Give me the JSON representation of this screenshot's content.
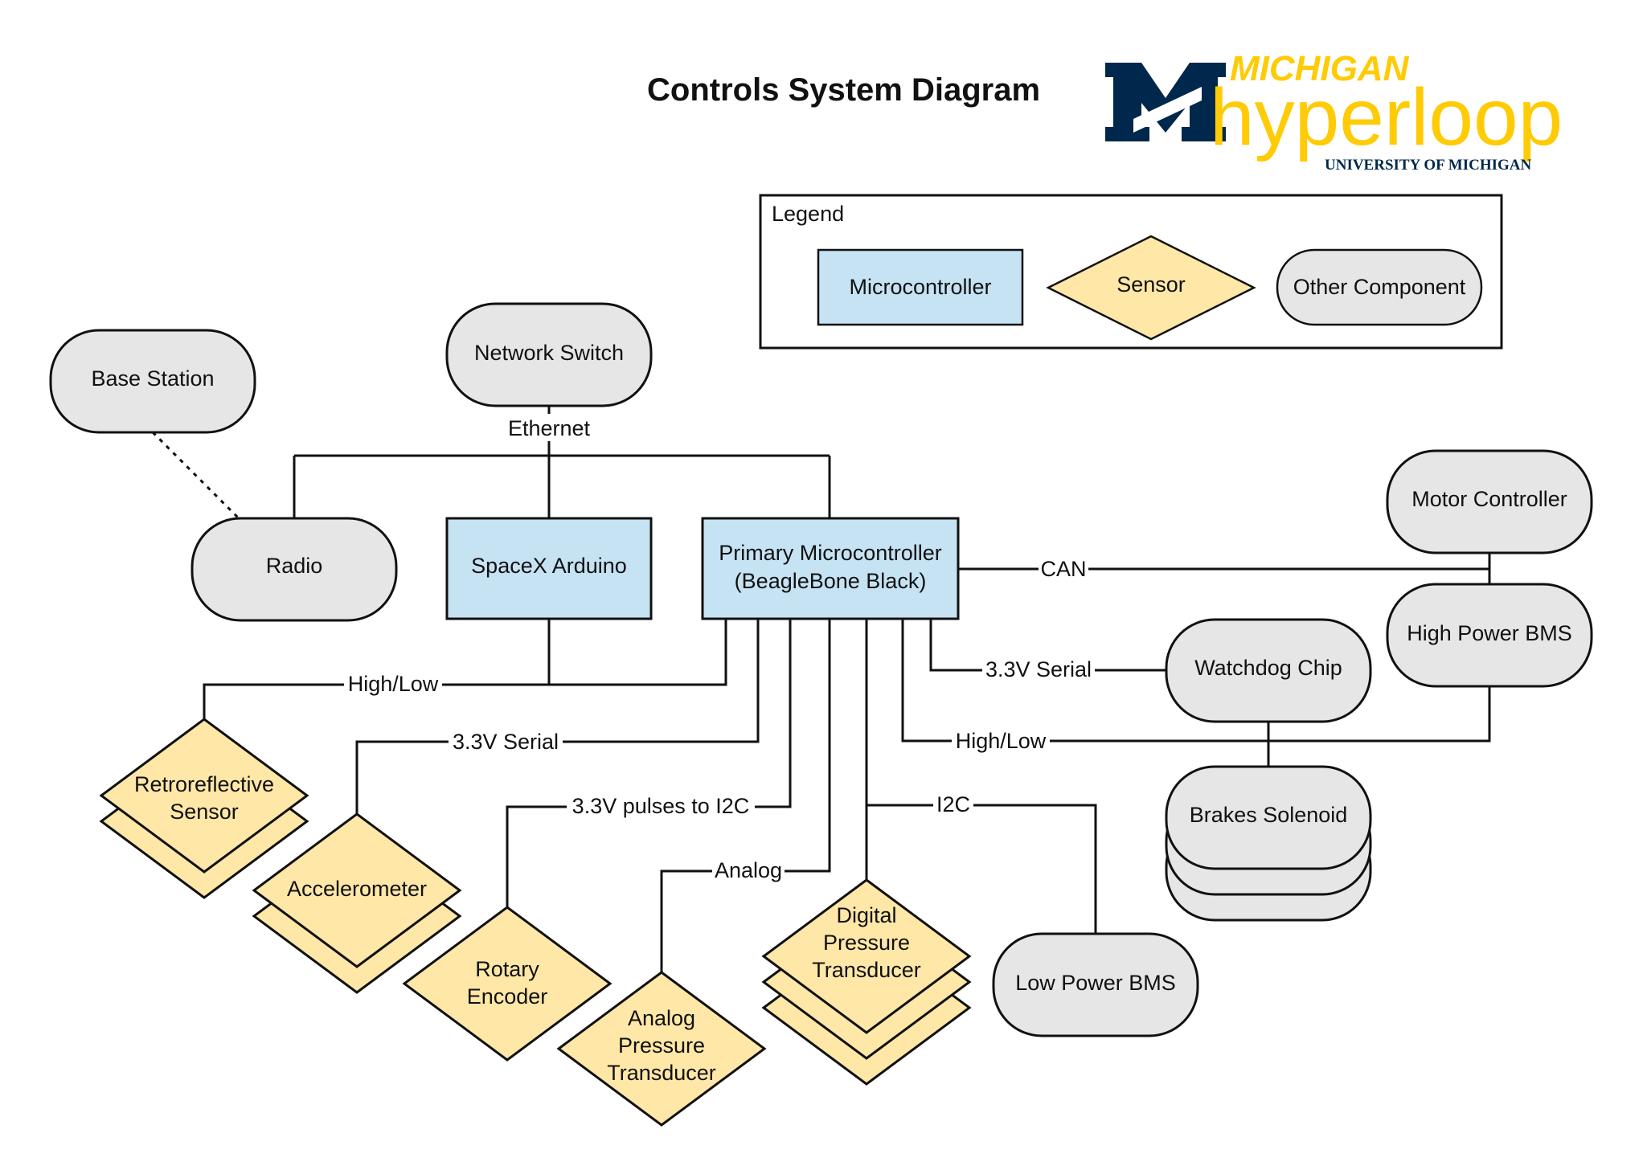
{
  "title": "Controls System Diagram",
  "logo": {
    "line1": "MICHIGAN",
    "line2": "hyperloop",
    "line3": "UNIVERSITY OF MICHIGAN",
    "colors": {
      "navy": "#00274C",
      "maize": "#FFCB05"
    }
  },
  "legend": {
    "title": "Legend",
    "microcontroller": "Microcontroller",
    "sensor": "Sensor",
    "other": "Other Component"
  },
  "colors": {
    "microcontroller_fill": "#C6E3F4",
    "sensor_fill": "#FFE7A8",
    "other_fill": "#E6E6E6",
    "stroke": "#111111"
  },
  "nodes": {
    "base_station": "Base Station",
    "network_switch": "Network Switch",
    "radio": "Radio",
    "spacex_arduino": "SpaceX Arduino",
    "primary_mc_line1": "Primary Microcontroller",
    "primary_mc_line2": "(BeagleBone Black)",
    "motor_controller": "Motor Controller",
    "high_power_bms": "High Power BMS",
    "watchdog_chip": "Watchdog Chip",
    "brakes_solenoid": "Brakes Solenoid",
    "retroreflective_line1": "Retroreflective",
    "retroreflective_line2": "Sensor",
    "accelerometer": "Accelerometer",
    "rotary_line1": "Rotary",
    "rotary_line2": "Encoder",
    "analog_pt_line1": "Analog",
    "analog_pt_line2": "Pressure",
    "analog_pt_line3": "Transducer",
    "digital_pt_line1": "Digital",
    "digital_pt_line2": "Pressure",
    "digital_pt_line3": "Transducer",
    "low_power_bms": "Low Power BMS"
  },
  "edges": {
    "ethernet": "Ethernet",
    "can": "CAN",
    "serial_watchdog": "3.3V Serial",
    "highlow_retro": "High/Low",
    "serial_accel": "3.3V Serial",
    "pulses_i2c": "3.3V pulses to I2C",
    "analog": "Analog",
    "i2c": "I2C",
    "highlow_hpbms": "High/Low"
  }
}
